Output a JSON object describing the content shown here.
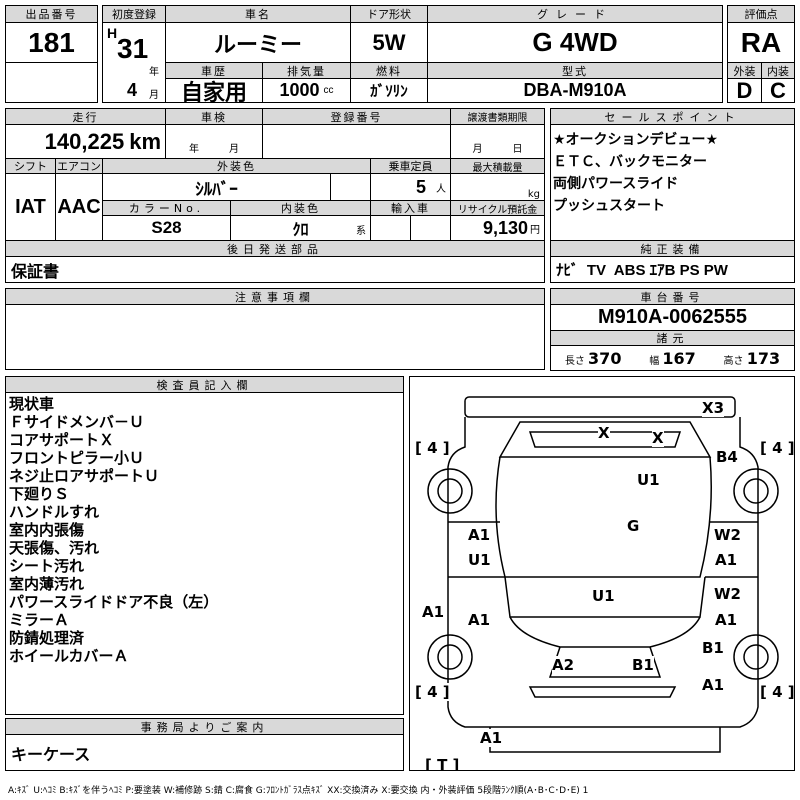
{
  "lot": {
    "label": "出品番号",
    "value": "181"
  },
  "first_reg": {
    "label": "初度登録",
    "era": "H",
    "year": "31",
    "year_unit": "年",
    "month": "4",
    "month_unit": "月"
  },
  "car_name": {
    "label": "車名",
    "value": "ルーミー"
  },
  "door": {
    "label": "ドア形状",
    "value": "5W"
  },
  "grade": {
    "label": "グレード",
    "value": "G 4WD"
  },
  "score": {
    "label": "評価点",
    "value": "RA",
    "ext_label": "外装",
    "int_label": "内装",
    "ext": "D",
    "int": "C"
  },
  "history": {
    "label": "車歴",
    "value": "自家用"
  },
  "displacement": {
    "label": "排気量",
    "value": "1000",
    "unit": "cc"
  },
  "fuel": {
    "label": "燃料",
    "value": "ｶﾞｿﾘﾝ"
  },
  "model": {
    "label": "型式",
    "value": "DBA-M910A"
  },
  "mileage": {
    "label": "走行",
    "value": "140,225",
    "unit": "km"
  },
  "inspection": {
    "label": "車検",
    "year_unit": "年",
    "month_unit": "月"
  },
  "reg_no": {
    "label": "登録番号"
  },
  "transfer": {
    "label": "譲渡書類期限",
    "month_unit": "月",
    "day_unit": "日"
  },
  "shift": {
    "label": "シフト",
    "value": "IAT"
  },
  "ac": {
    "label": "エアコン",
    "value": "AAC"
  },
  "ext_color": {
    "label": "外装色",
    "value": "ｼﾙﾊﾞｰ"
  },
  "capacity": {
    "label": "乗車定員",
    "value": "5",
    "unit": "人"
  },
  "load": {
    "label": "最大積載量",
    "unit": "kg"
  },
  "color_no": {
    "label": "カラーNo.",
    "value": "S28"
  },
  "int_color": {
    "label": "内装色",
    "value": "ｸﾛ",
    "unit": "系"
  },
  "import": {
    "label": "輸入車"
  },
  "recycle": {
    "label": "リサイクル預託金",
    "value": "9,130",
    "unit": "円"
  },
  "later_parts": {
    "label": "後日発送部品",
    "value": "保証書"
  },
  "sales_points": {
    "label": "セールスポイント",
    "items": [
      "★オークションデビュー★",
      "ＥＴＣ、バックモニター",
      "両側パワースライド",
      "プッシュスタート"
    ]
  },
  "equipment": {
    "label": "純正装備",
    "value": "ﾅﾋﾞ  TV  ABS ｴｱB PS PW"
  },
  "notes": {
    "label": "注意事項欄"
  },
  "chassis": {
    "label": "車台番号",
    "value": "M910A-0062555"
  },
  "specs": {
    "label": "諸元",
    "length_label": "長さ",
    "length": "370",
    "width_label": "幅",
    "width": "167",
    "height_label": "高さ",
    "height": "173"
  },
  "inspector": {
    "label": "検査員記入欄",
    "items": [
      "現状車",
      "Ｆサイドメンバ－Ｕ",
      "コアサポートＸ",
      "フロントピラー小Ｕ",
      "ネジ止ロアサポートＵ",
      "下廻りＳ",
      "ハンドルすれ",
      "室内内張傷",
      "天張傷、汚れ",
      "シート汚れ",
      "室内薄汚れ",
      "パワースライドドア不良（左）",
      "ミラーＡ",
      "防錆処理済",
      "ホイールカバーＡ"
    ]
  },
  "office": {
    "label": "事務局よりご案内",
    "value": "キーケース"
  },
  "diagram": {
    "marks": [
      "X3",
      "[ 4 ]",
      "X",
      "X",
      "[ 4 ]",
      "B4",
      "U1",
      "G",
      "A1",
      "W2",
      "U1",
      "A1",
      "U1",
      "W2",
      "A1",
      "A1",
      "A1",
      "B1",
      "A2",
      "B1",
      "[ 4 ]",
      "A1",
      "[ 4 ]",
      "A1",
      "[ T ]"
    ]
  },
  "legend": "A:ｷｽﾞ U:ﾍｺﾐ B:ｷｽﾞを伴うﾍｺﾐ P:要塗装 W:補修跡 S:錆 C:腐食 G:ﾌﾛﾝﾄｶﾞﾗｽ点ｷｽﾞ XX:交換済み X:要交換  内・外装評価  5段階ﾗﾝｸ順(A･B･C･D･E) 1"
}
